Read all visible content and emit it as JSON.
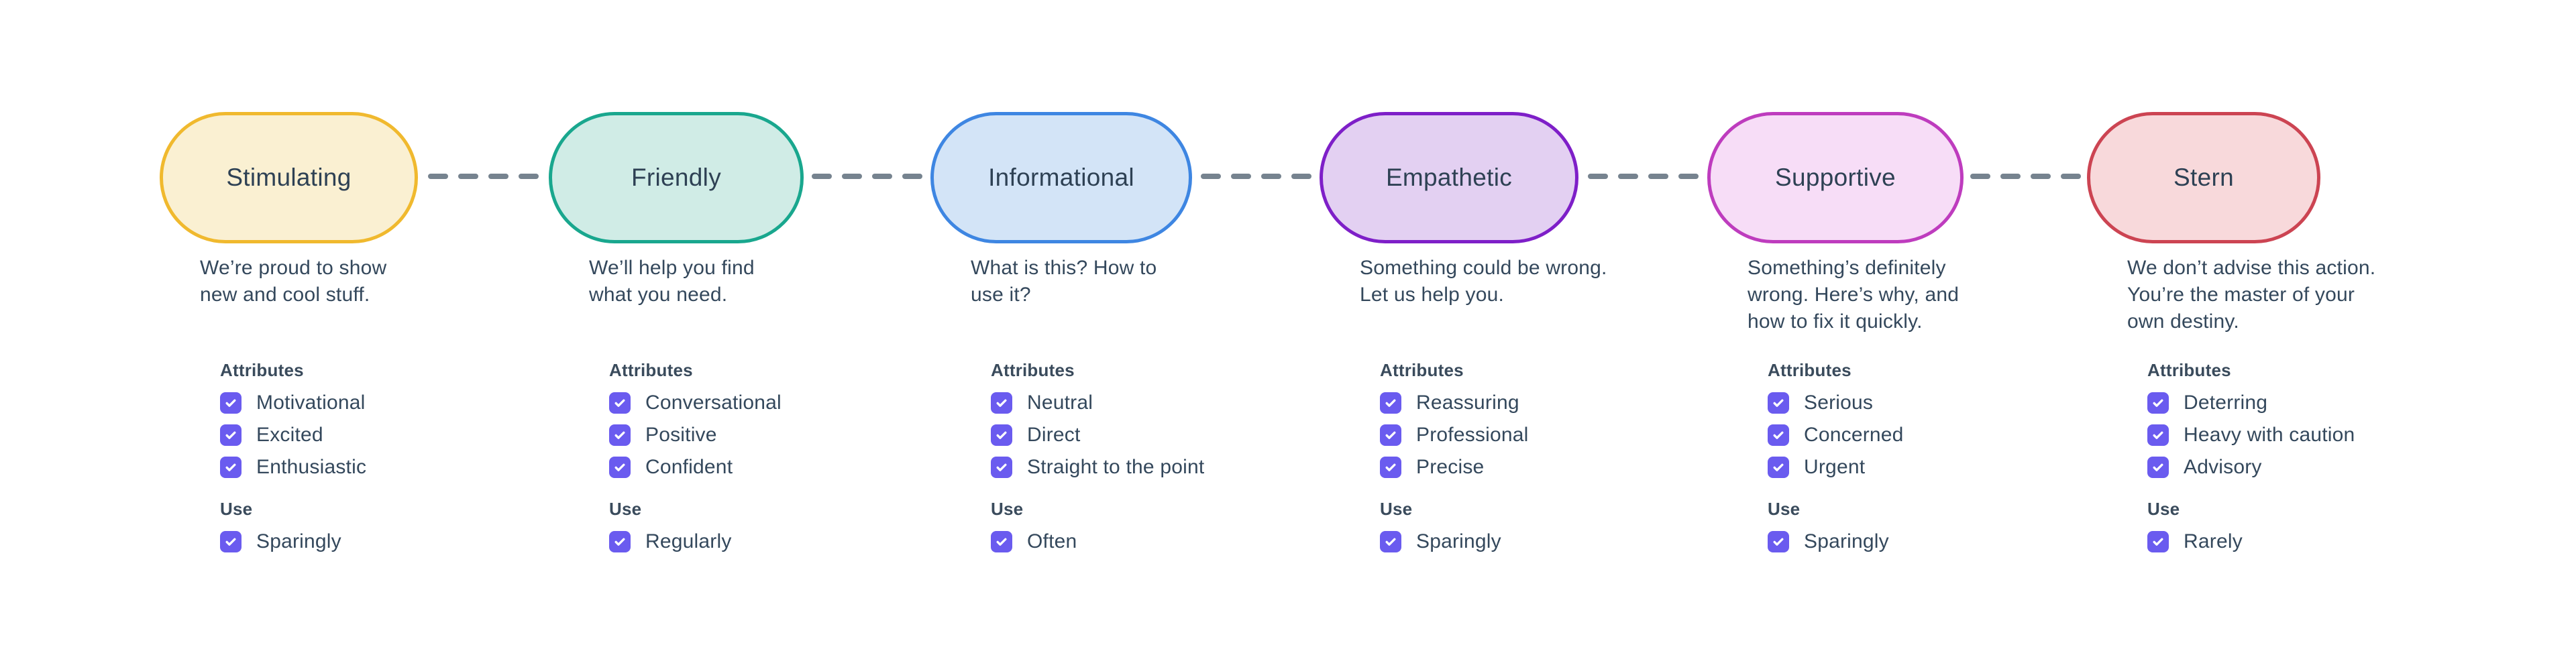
{
  "page": {
    "background": "#FFFFFF"
  },
  "colors": {
    "text": "#34485C",
    "checkbox": "#6A5BEF",
    "checkmark": "#FFFFFF",
    "connector_dash": "#76838F"
  },
  "connector": {
    "style": "dashed",
    "dash_count": 4
  },
  "tones": [
    {
      "name": "Stimulating",
      "pill_fill": "#FAF0D2",
      "pill_border": "#F0B92E",
      "description": "We’re proud to show\nnew and cool stuff.",
      "attributes_label": "Attributes",
      "attributes": [
        "Motivational",
        "Excited",
        "Enthusiastic"
      ],
      "use_label": "Use",
      "use": "Sparingly"
    },
    {
      "name": "Friendly",
      "pill_fill": "#D0ECE6",
      "pill_border": "#19A78E",
      "description": "We’ll help you find\nwhat you need.",
      "attributes_label": "Attributes",
      "attributes": [
        "Conversational",
        "Positive",
        "Confident"
      ],
      "use_label": "Use",
      "use": "Regularly"
    },
    {
      "name": "Informational",
      "pill_fill": "#D3E4F7",
      "pill_border": "#3E86E2",
      "description": "What is this? How to\nuse it?",
      "attributes_label": "Attributes",
      "attributes": [
        "Neutral",
        "Direct",
        "Straight to the point"
      ],
      "use_label": "Use",
      "use": "Often"
    },
    {
      "name": "Empathetic",
      "pill_fill": "#E3D0F2",
      "pill_border": "#7E1FC8",
      "description": "Something could be wrong.\nLet us help you.",
      "attributes_label": "Attributes",
      "attributes": [
        "Reassuring",
        "Professional",
        "Precise"
      ],
      "use_label": "Use",
      "use": "Sparingly"
    },
    {
      "name": "Supportive",
      "pill_fill": "#F7DDF7",
      "pill_border": "#BE3CBE",
      "description": "Something’s definitely\nwrong. Here’s why, and\nhow to fix it quickly.",
      "attributes_label": "Attributes",
      "attributes": [
        "Serious",
        "Concerned",
        "Urgent"
      ],
      "use_label": "Use",
      "use": "Sparingly"
    },
    {
      "name": "Stern",
      "pill_fill": "#F8D9DB",
      "pill_border": "#CC4452",
      "description": "We don’t advise this action.\nYou’re the master of your\nown destiny.",
      "attributes_label": "Attributes",
      "attributes": [
        "Deterring",
        "Heavy with caution",
        "Advisory"
      ],
      "use_label": "Use",
      "use": "Rarely"
    }
  ]
}
